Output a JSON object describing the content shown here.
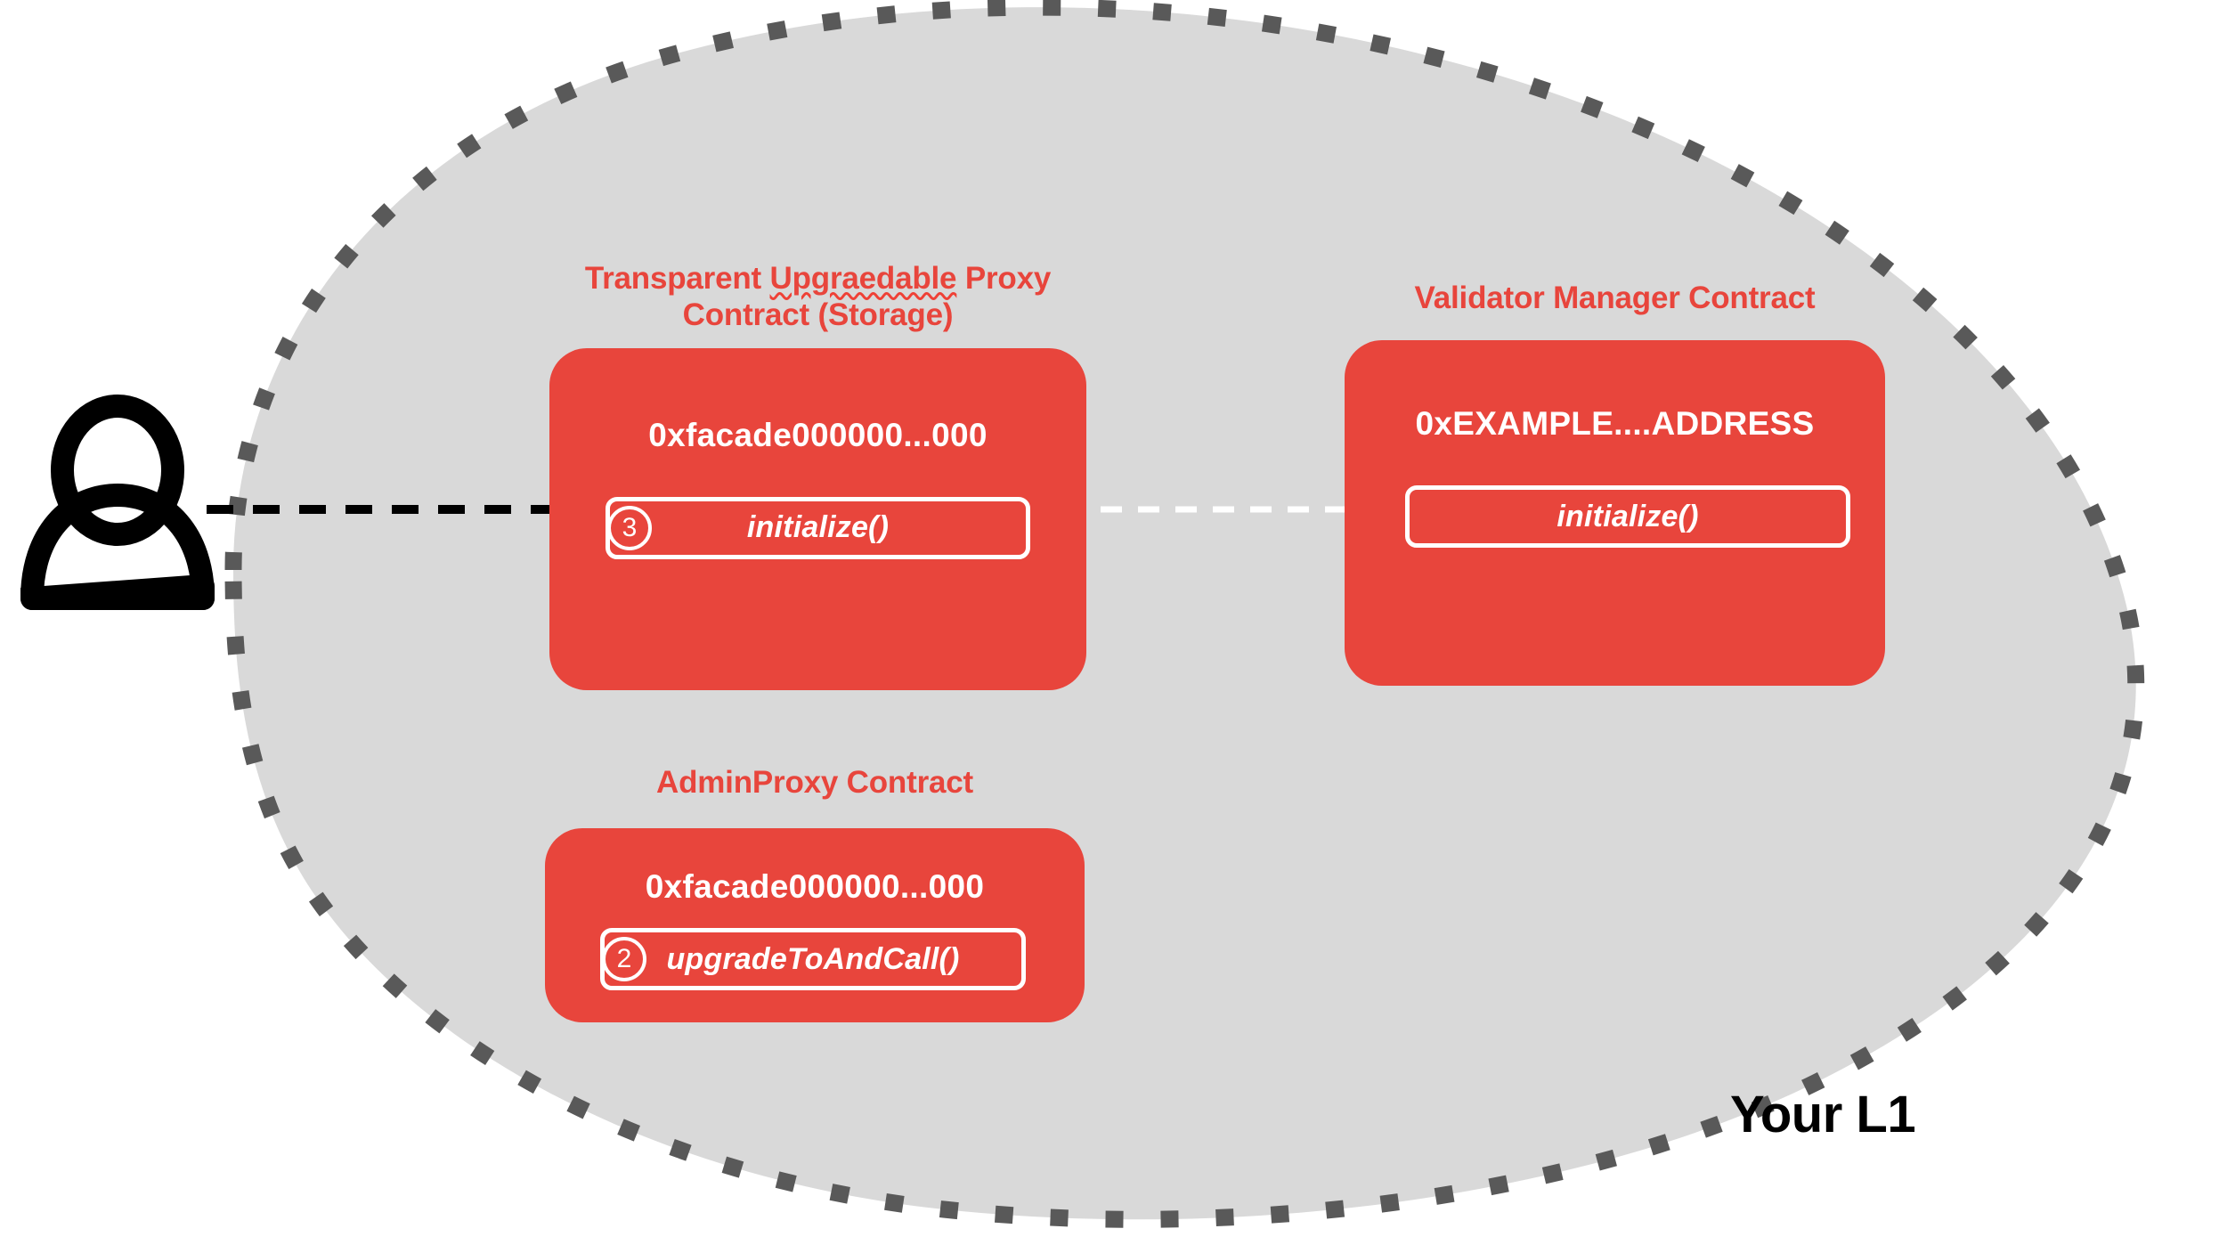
{
  "diagram": {
    "region_label": "Your L1",
    "background_color": "#ffffff",
    "region_fill_color": "#d9d9d9",
    "region_border_color": "#595959",
    "card_color": "#e8453c",
    "title_color": "#e8453c",
    "actor_icon": "person-icon"
  },
  "contracts": [
    {
      "id": "proxy",
      "title_line1": "Transparent ",
      "title_misspelled": "Upgraedable",
      "title_line1_tail": " Proxy",
      "title_line2": "Contract (Storage)",
      "address": "0xfacade000000...000",
      "method": "initialize()",
      "step": "3"
    },
    {
      "id": "validator",
      "title": "Validator Manager Contract",
      "address": "0xEXAMPLE....ADDRESS",
      "method": "initialize()",
      "step": ""
    },
    {
      "id": "admin",
      "title": "AdminProxy  Contract",
      "address": "0xfacade000000...000",
      "method": "upgradeToAndCall()",
      "step": "2"
    }
  ],
  "arrows": [
    {
      "id": "user-to-proxy",
      "from": "person-icon",
      "to": "proxy.initialize()",
      "style": "dashed",
      "color": "#000000"
    },
    {
      "id": "proxy-to-validator",
      "from": "proxy.initialize()",
      "to": "validator.initialize()",
      "style": "dashed",
      "color": "#ffffff"
    }
  ]
}
